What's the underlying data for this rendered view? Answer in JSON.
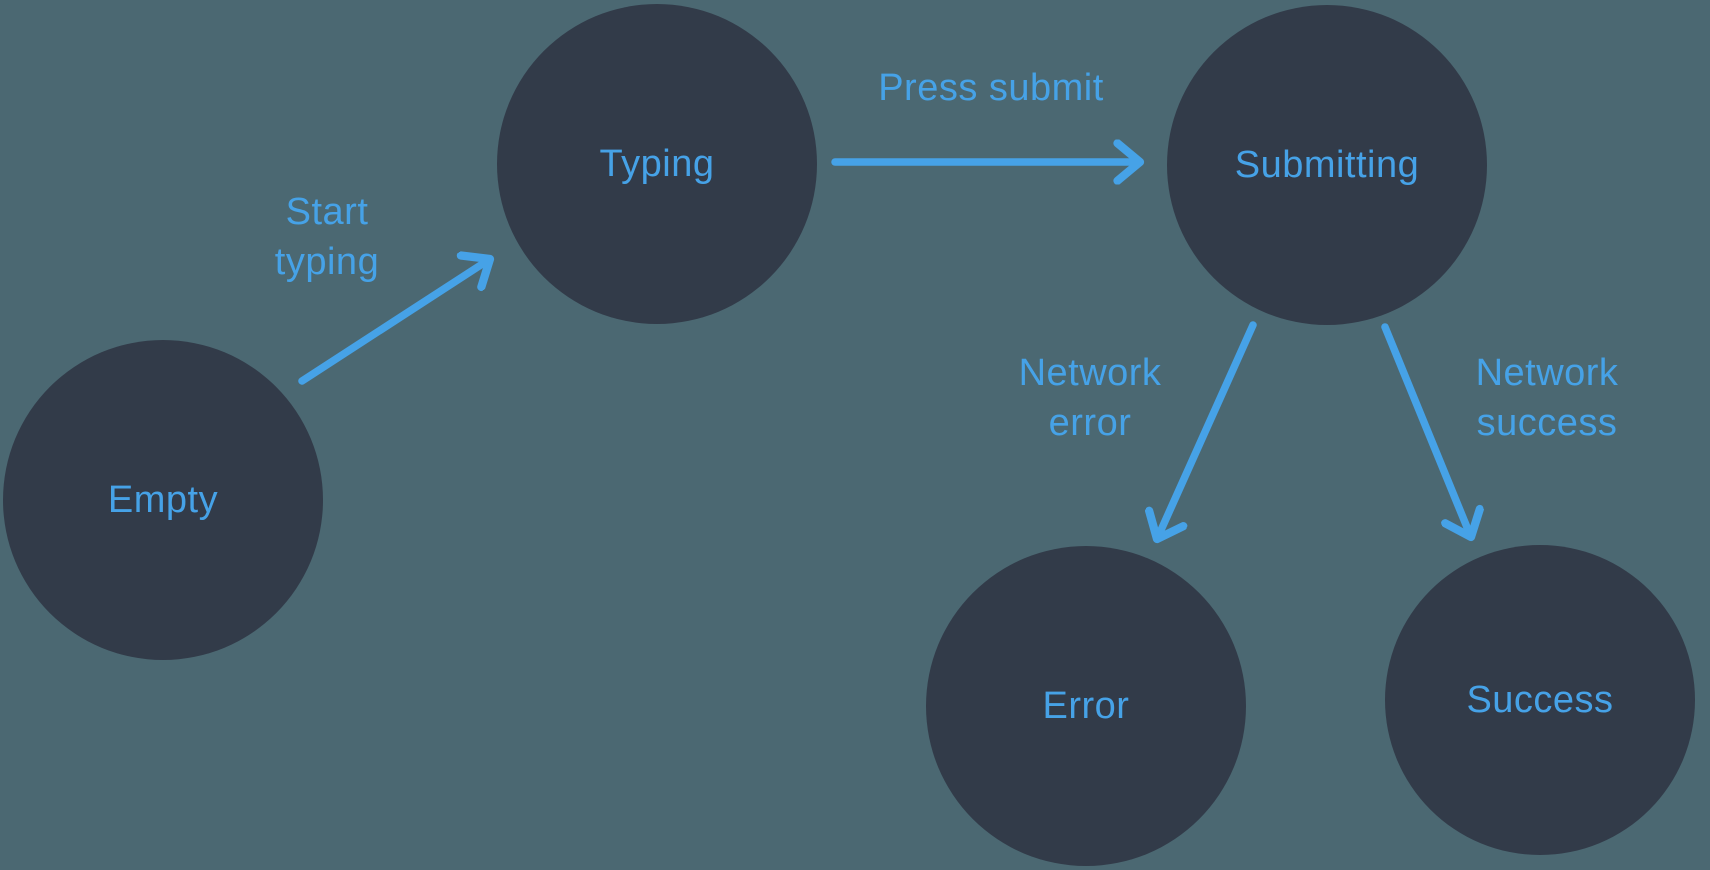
{
  "diagram": {
    "type": "state-machine",
    "colors": {
      "background": "#4B6872",
      "node": "#323B49",
      "accent": "#46A2E7"
    },
    "nodes": [
      {
        "id": "empty",
        "label": "Empty"
      },
      {
        "id": "typing",
        "label": "Typing"
      },
      {
        "id": "submitting",
        "label": "Submitting"
      },
      {
        "id": "error",
        "label": "Error"
      },
      {
        "id": "success",
        "label": "Success"
      }
    ],
    "edges": [
      {
        "from": "empty",
        "to": "typing",
        "label": "Start\ntyping"
      },
      {
        "from": "typing",
        "to": "submitting",
        "label": "Press submit"
      },
      {
        "from": "submitting",
        "to": "error",
        "label": "Network\nerror"
      },
      {
        "from": "submitting",
        "to": "success",
        "label": "Network\nsuccess"
      }
    ]
  }
}
